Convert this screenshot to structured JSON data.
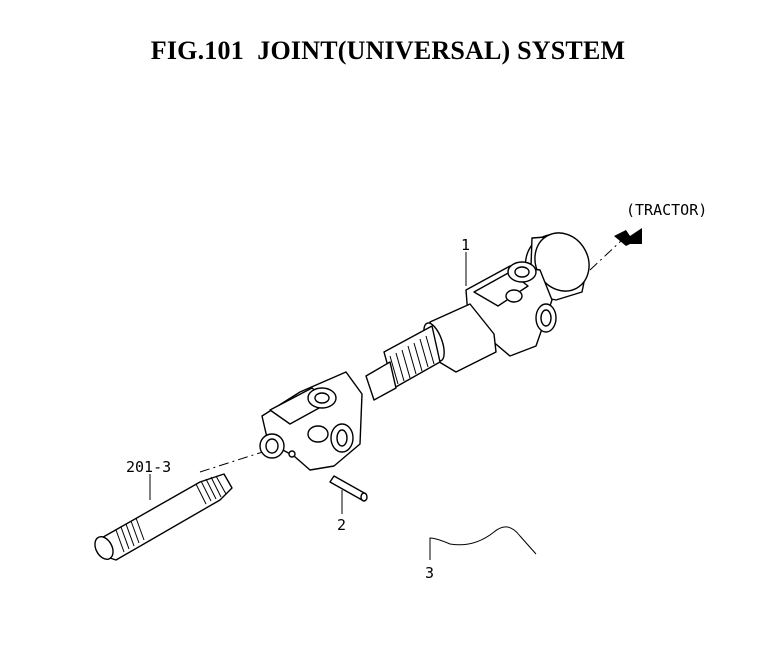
{
  "figure": {
    "title": "FIG.101  JOINT(UNIVERSAL) SYSTEM"
  },
  "labels": {
    "tractor": "(TRACTOR)",
    "part_1": "1",
    "part_2": "2",
    "part_3": "3",
    "part_201_3": "201-3"
  }
}
